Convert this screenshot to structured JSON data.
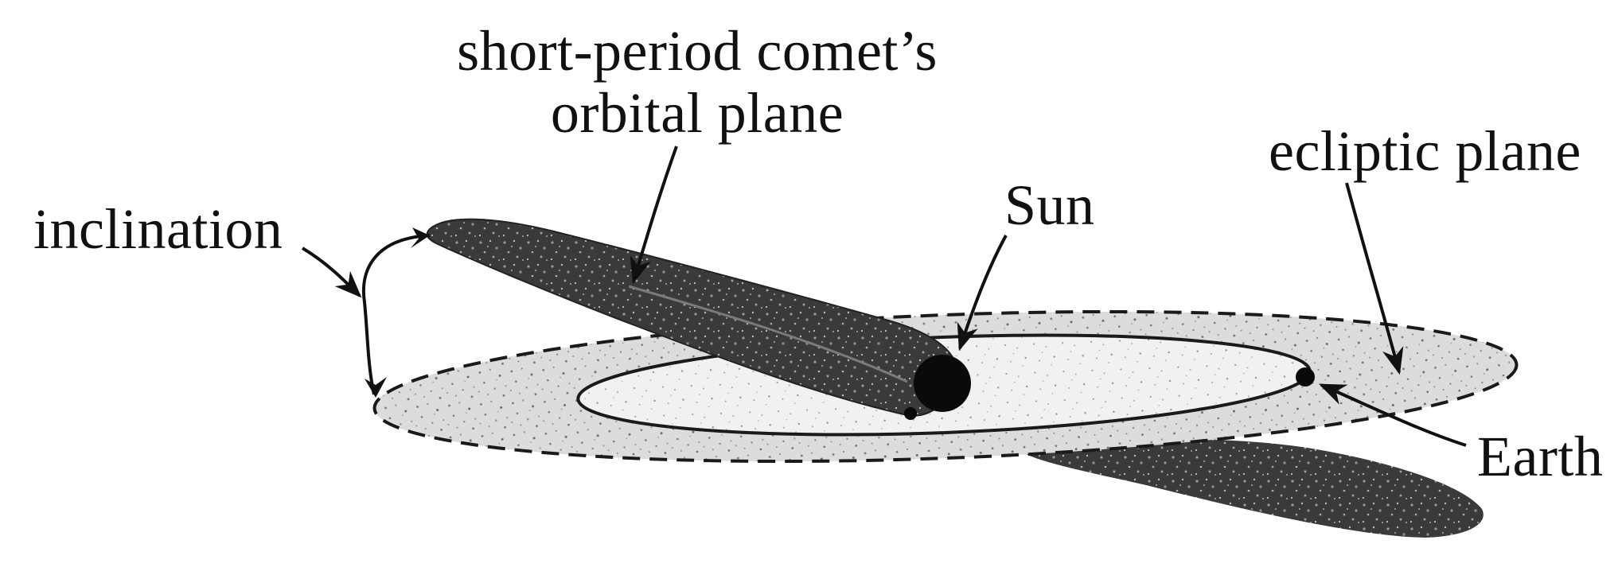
{
  "labels": {
    "comet_plane_line1": "short-period comet’s",
    "comet_plane_line2": "orbital plane",
    "ecliptic_plane": "ecliptic plane",
    "inclination": "inclination",
    "sun": "Sun",
    "earth": "Earth"
  },
  "colors": {
    "ink": "#111111",
    "comet_plane_fill": "#3a3a3a",
    "ecliptic_fill": "#d2d2d2",
    "earth_orbit_fill": "#ececec",
    "background": "#ffffff"
  }
}
